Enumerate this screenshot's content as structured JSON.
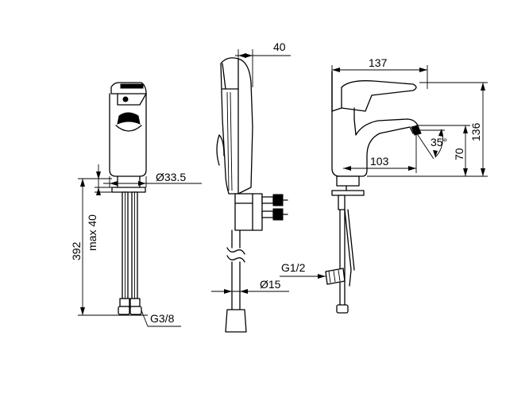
{
  "labels": {
    "dia_base": "Ø33.5",
    "max_height": "max 40",
    "total_height": "392",
    "inlet_thread": "G3/8",
    "hand_shower_width": "40",
    "outlet_thread": "G1/2",
    "hose_dia": "Ø15",
    "spout_length": "137",
    "spout_reach": "103",
    "swivel_angle": "35°",
    "spout_height": "70",
    "body_height": "136"
  }
}
